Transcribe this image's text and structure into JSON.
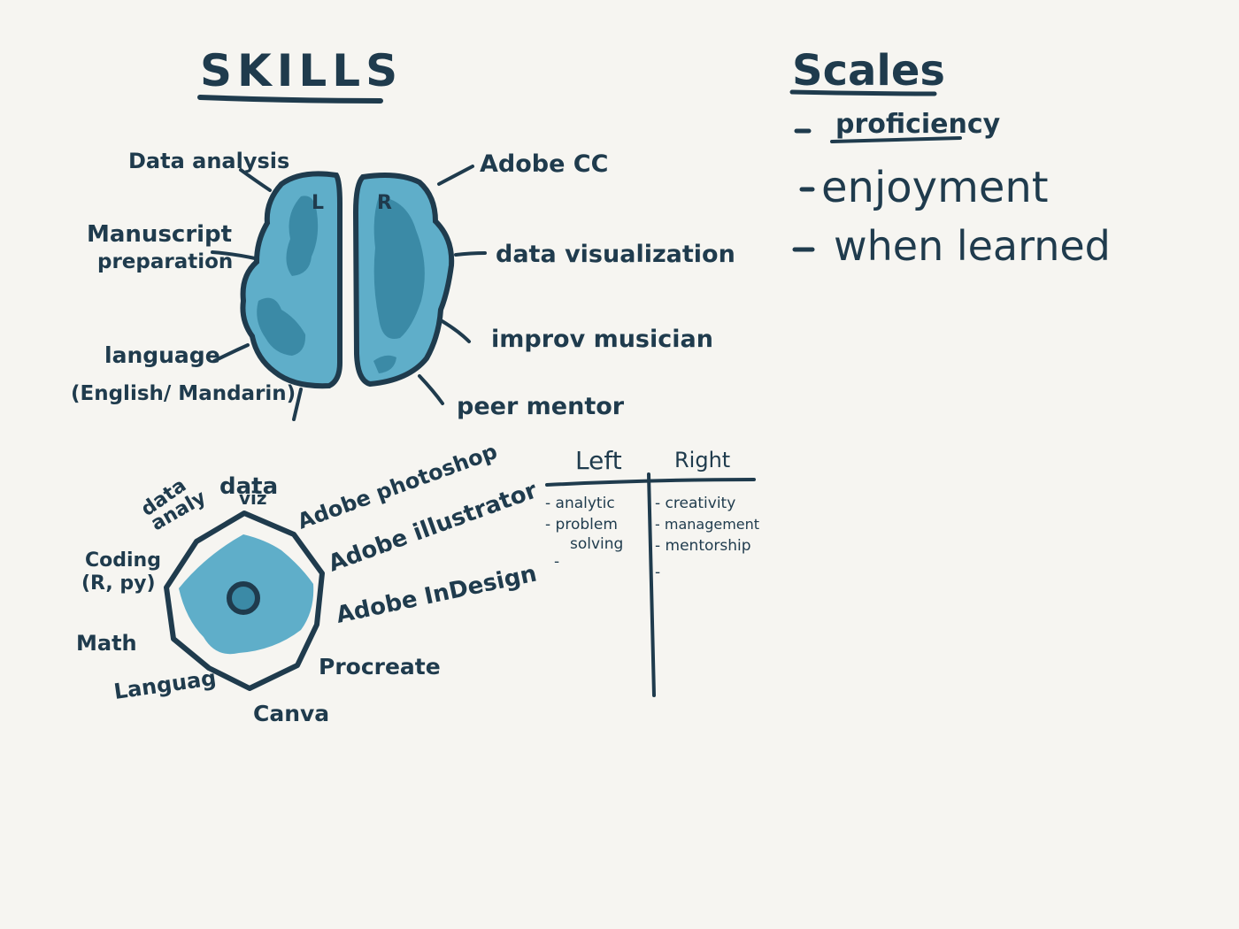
{
  "colors": {
    "ink": "#1f3b4d",
    "brain_fill": "#5faec9",
    "brain_dark": "#3b8aa6",
    "paper": "#f6f5f1"
  },
  "skills": {
    "title": "SKILLS",
    "hemisphere_left_letter": "L",
    "hemisphere_right_letter": "R",
    "labels": {
      "data_analysis": "Data analysis",
      "manuscript_line1": "Manuscript",
      "manuscript_line2": "preparation",
      "language_line1": "language",
      "language_line2": "(English/ Mandarin)",
      "adobe_cc": "Adobe CC",
      "data_visualization": "data visualization",
      "improv_musician": "improv musician",
      "peer_mentor": "peer mentor"
    }
  },
  "scales": {
    "title": "Scales",
    "items": [
      "proficiency",
      "enjoyment",
      "when learned"
    ]
  },
  "radar": {
    "labels": {
      "data_analysis_line1": "data",
      "data_analysis_line2": "analy",
      "data_viz_line1": "data",
      "data_viz_line2": "viz",
      "photoshop": "Adobe photoshop",
      "illustrator": "Adobe illustrator",
      "indesign": "Adobe InDesign",
      "procreate": "Procreate",
      "canva": "Canva",
      "language": "Languag",
      "math": "Math",
      "coding_line1": "Coding",
      "coding_line2": "(R, py)"
    }
  },
  "comparison": {
    "left_header": "Left",
    "right_header": "Right",
    "left_items": [
      "- analytic",
      "- problem",
      "solving",
      "-"
    ],
    "right_items": [
      "- creativity",
      "- management",
      "- mentorship",
      "-"
    ]
  }
}
